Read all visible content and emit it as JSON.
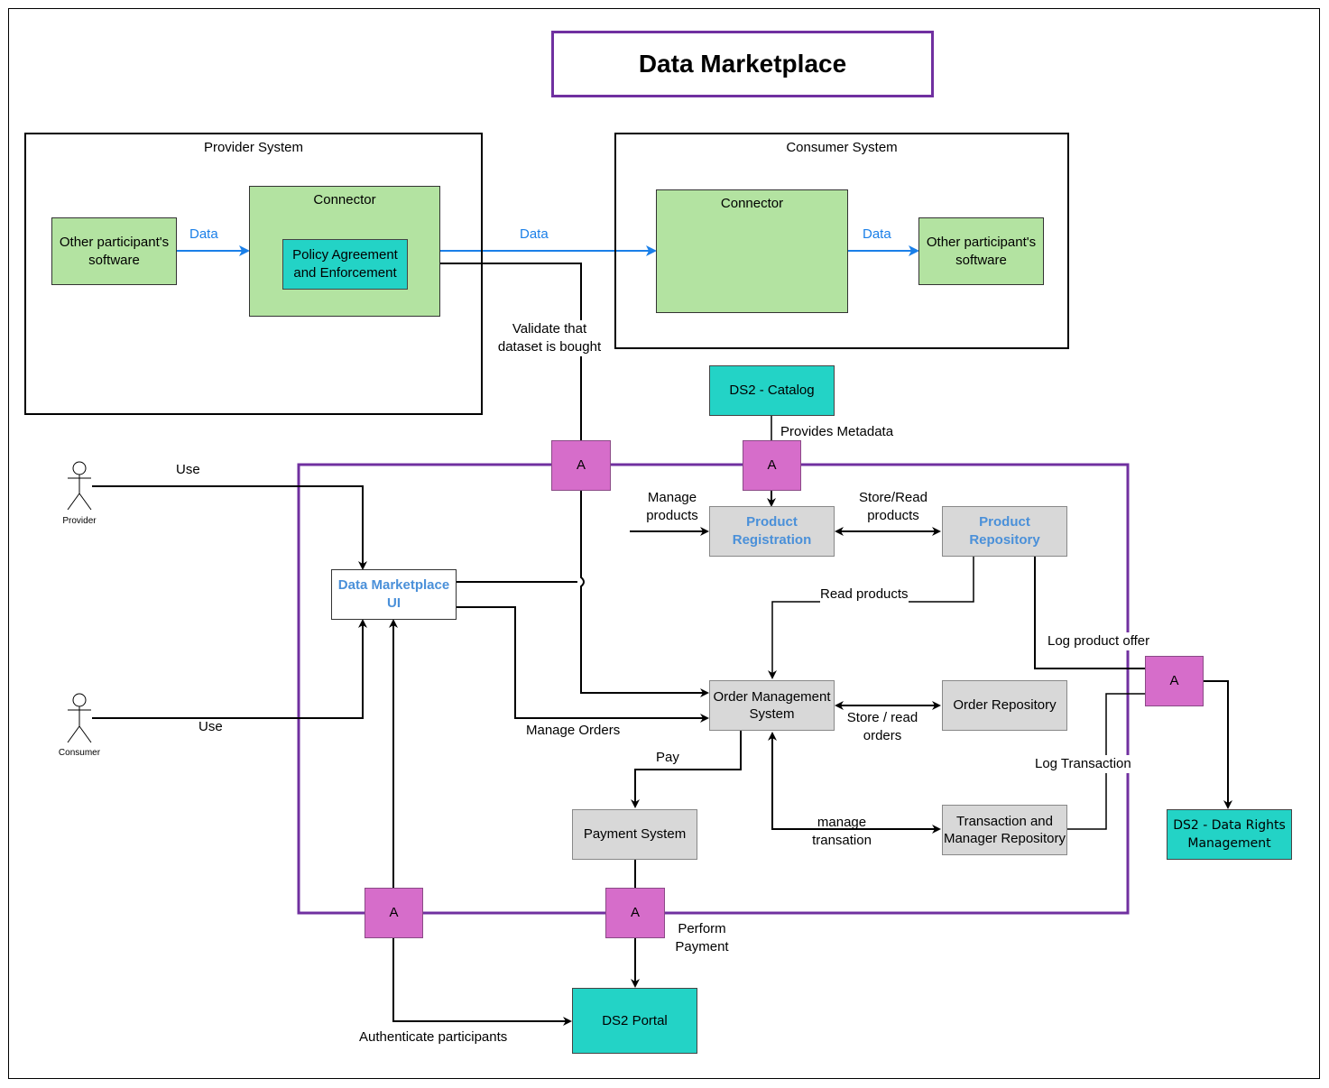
{
  "title": "Data Marketplace",
  "colors": {
    "frame_purple": "#7030a0",
    "green": "#b3e3a1",
    "teal": "#23d3c6",
    "gray": "#d8d8d8",
    "magenta": "#d66dca",
    "flow_blue": "#1a7fe8",
    "label_blue": "#4a90d9"
  },
  "provider_system": {
    "title": "Provider System",
    "software": "Other participant's software",
    "connector": "Connector",
    "policy": "Policy Agreement and Enforcement",
    "data_label": "Data"
  },
  "consumer_system": {
    "title": "Consumer System",
    "connector": "Connector",
    "software": "Other participant's software",
    "data_label": "Data"
  },
  "middle_data_label": "Data",
  "validate_label": "Validate that dataset is bought",
  "catalog": "DS2 - Catalog",
  "provides_metadata": "Provides Metadata",
  "actors": {
    "provider": "Provider",
    "consumer": "Consumer",
    "use_provider": "Use",
    "use_consumer": "Use"
  },
  "adapter_label": "A",
  "components": {
    "marketplace_ui": "Data Marketplace UI",
    "product_registration": "Product Registration",
    "product_repository": "Product Repository",
    "order_management": "Order Management System",
    "order_repository": "Order Repository",
    "payment_system": "Payment System",
    "transaction_repository": "Transaction and Manager Repository",
    "ds2_portal": "DS2 Portal",
    "ds2_rights": "DS2 - Data Rights Management"
  },
  "edge_labels": {
    "manage_products": "Manage products",
    "store_read_products": "Store/Read products",
    "read_products": "Read products",
    "log_product_offer": "Log product offer",
    "manage_orders": "Manage Orders",
    "store_read_orders": "Store / read orders",
    "log_transaction": "Log Transaction",
    "pay": "Pay",
    "manage_transaction": "manage transation",
    "perform_payment": "Perform Payment",
    "authenticate": "Authenticate participants"
  }
}
